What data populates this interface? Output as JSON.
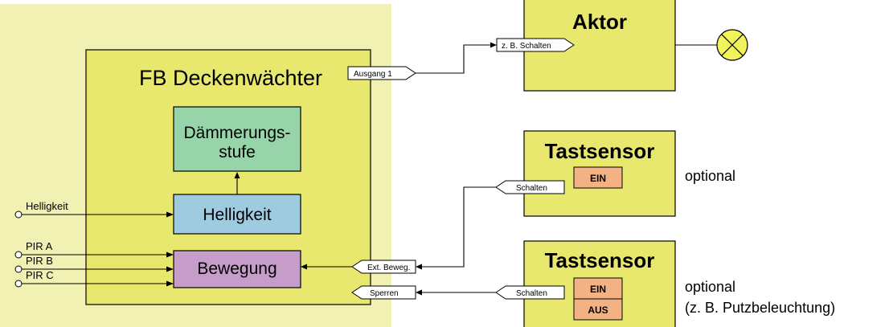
{
  "fb_title": "FB Deckenwächter",
  "blocks": {
    "daemmerung_line1": "Dämmerungs-",
    "daemmerung_line2": "stufe",
    "helligkeit": "Helligkeit",
    "bewegung": "Bewegung"
  },
  "inputs": {
    "helligkeit": "Helligkeit",
    "pir_a": "PIR A",
    "pir_b": "PIR B",
    "pir_c": "PIR C"
  },
  "ports": {
    "ausgang": "Ausgang 1",
    "ext_beweg": "Ext. Beweg.",
    "sperren": "Sperren"
  },
  "aktor": {
    "title": "Aktor",
    "port": "z. B. Schalten"
  },
  "tastsensor1": {
    "title": "Tastsensor",
    "button": "EIN",
    "port": "Schalten",
    "note": "optional"
  },
  "tastsensor2": {
    "title": "Tastsensor",
    "button_on": "EIN",
    "button_off": "AUS",
    "port": "Schalten",
    "note_line1": "optional",
    "note_line2": "(z. B. Putzbeleuchtung)"
  },
  "colors": {
    "outer_bg": "#f1f1b4",
    "block_yellow": "#e8e86e",
    "daemmerung": "#98d4a9",
    "helligkeit": "#9ecbe0",
    "bewegung": "#c69ccb",
    "button": "#f2b283",
    "lamp": "#f2f25a"
  }
}
